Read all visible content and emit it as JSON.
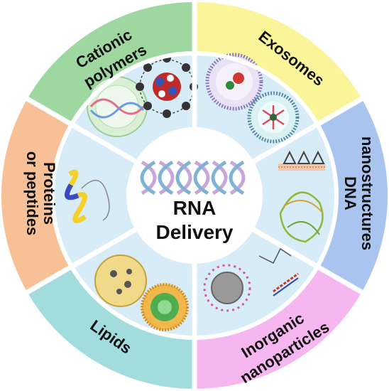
{
  "diagram": {
    "center": {
      "title_line1": "RNA",
      "title_line2": "Delivery"
    },
    "segments": [
      {
        "label_lines": [
          "Cationic",
          "polymers"
        ],
        "color": "#9fd7a0"
      },
      {
        "label_lines": [
          "Exosomes"
        ],
        "color": "#fbf59a"
      },
      {
        "label_lines": [
          "DNA",
          "nanostructures"
        ],
        "color": "#a9c4ee"
      },
      {
        "label_lines": [
          "Inorganic",
          "nanoparticles"
        ],
        "color": "#f6b6ef"
      },
      {
        "label_lines": [
          "Lipids"
        ],
        "color": "#a3dcdc"
      },
      {
        "label_lines": [
          "Proteins",
          "or peptides"
        ],
        "color": "#f8c096"
      }
    ],
    "inner_ring_color": "#d7ecf7",
    "spoke_color": "#ffffff",
    "helix_colors": [
      "#c9a6d9",
      "#7fb3d5"
    ]
  }
}
